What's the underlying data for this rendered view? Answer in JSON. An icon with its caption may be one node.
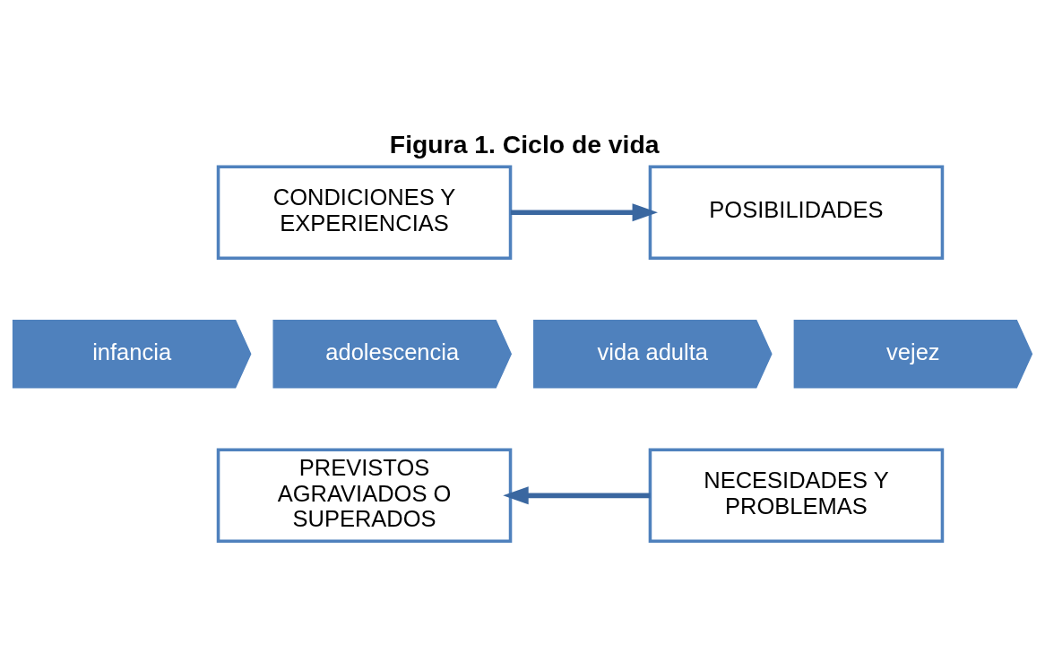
{
  "diagram": {
    "title": "Figura 1. Ciclo de vida",
    "nodes": [
      {
        "text": [
          "CONDICIONES Y EXPERIENCIAS"
        ]
      },
      {
        "text": [
          "POSIBILIDADES"
        ]
      },
      {
        "text": [
          "infancia"
        ]
      },
      {
        "text": [
          "adolescencia"
        ]
      },
      {
        "text": [
          "vida adulta"
        ]
      },
      {
        "text": [
          "vejez"
        ]
      },
      {
        "text": [
          "PREVISTOS AGRAVIADOS O SUPERADOS"
        ]
      },
      {
        "text": [
          "NECESIDADES Y PROBLEMAS"
        ]
      }
    ],
    "edges": [
      {
        "from": 0,
        "to": 1,
        "arrow": "to"
      },
      {
        "from": 7,
        "to": 6,
        "arrow": "to"
      }
    ]
  }
}
